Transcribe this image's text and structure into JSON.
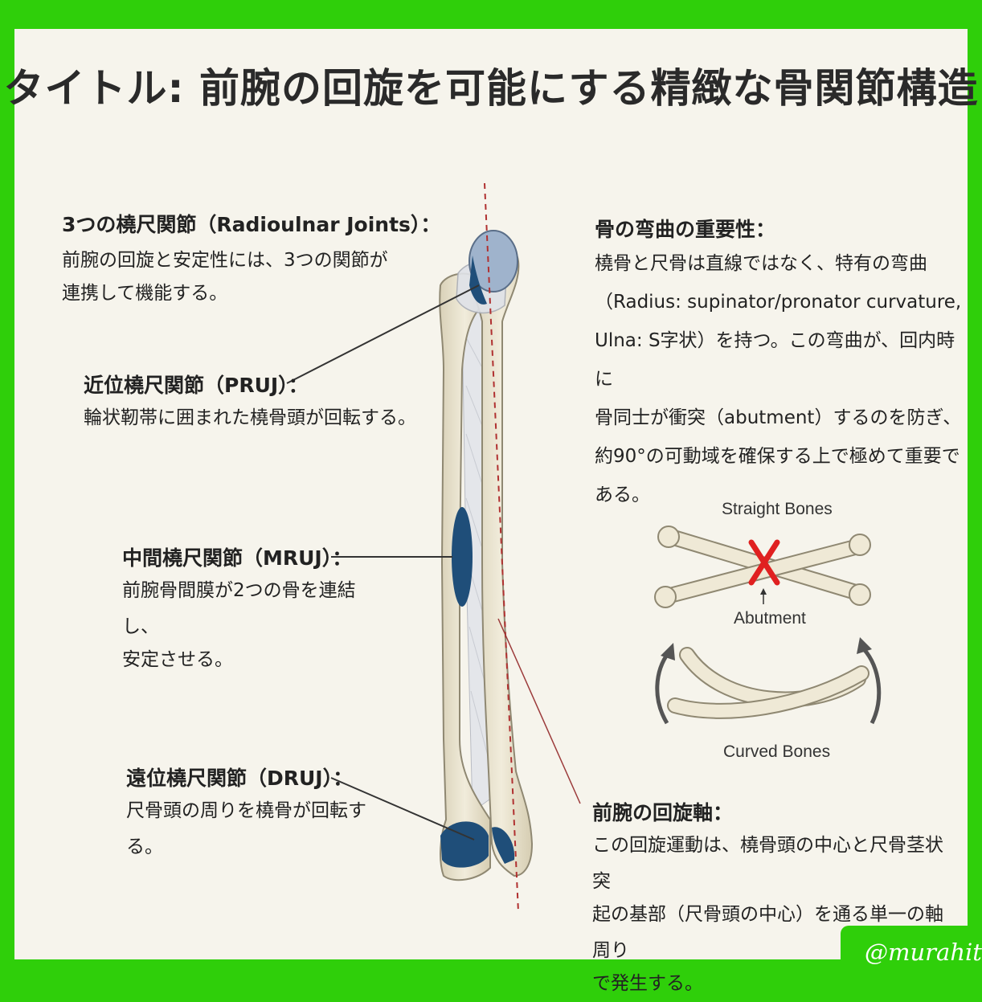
{
  "title": "タイトル: 前腕の回旋を可能にする精緻な骨関節構造",
  "joints": {
    "heading": "3つの橈尺関節（Radioulnar Joints）：",
    "lines": [
      "前腕の回旋と安定性には、3つの関節が",
      "連携して機能する。"
    ]
  },
  "pruj": {
    "heading": "近位橈尺関節（PRUJ）：",
    "lines": [
      "輪状靭帯に囲まれた橈骨頭が回転する。"
    ]
  },
  "mruj": {
    "heading": "中間橈尺関節（MRUJ）：",
    "lines": [
      "前腕骨間膜が2つの骨を連結し、",
      "安定させる。"
    ]
  },
  "druj": {
    "heading": "遠位橈尺関節（DRUJ）：",
    "lines": [
      "尺骨頭の周りを橈骨が回転する。"
    ]
  },
  "curvature": {
    "heading": "骨の弯曲の重要性：",
    "lines": [
      "橈骨と尺骨は直線ではなく、特有の弯曲",
      "（Radius: supinator/pronator curvature,",
      "Ulna: S字状）を持つ。この弯曲が、回内時に",
      "骨同士が衝突（abutment）するのを防ぎ、",
      "約90°の可動域を確保する上で極めて重要で",
      "ある。"
    ]
  },
  "axis": {
    "heading": "前腕の回旋軸：",
    "lines": [
      "この回旋運動は、橈骨頭の中心と尺骨茎状突",
      "起の基部（尺骨頭の中心）を通る単一の軸周り",
      "で発生する。"
    ]
  },
  "inset": {
    "straight_label": "Straight Bones",
    "abutment_label": "Abutment",
    "curved_label": "Curved Bones"
  },
  "credit": "@murahito",
  "colors": {
    "frame": "#2fcf0a",
    "background": "#f6f4ec",
    "bone": "#ece6d2",
    "joint_blue": "#1f4e79",
    "axis_red": "#b03030",
    "cross_red": "#e02020"
  }
}
